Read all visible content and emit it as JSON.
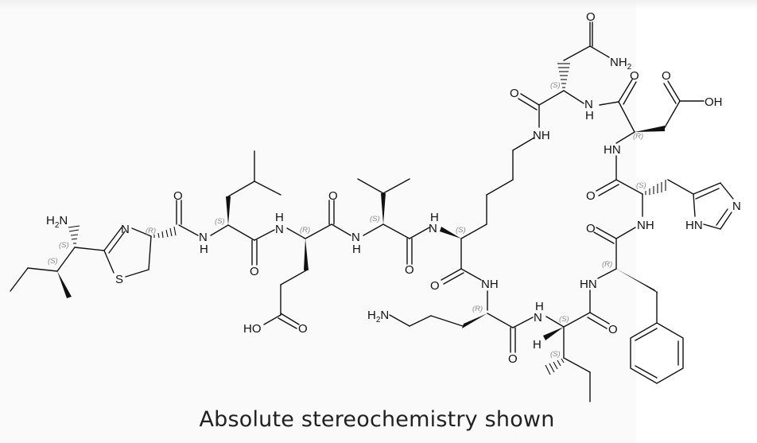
{
  "caption": "Absolute stereochemistry shown",
  "molecule": {
    "description": "Cyclic peptide structure (bacitracin-type) with thiazoline N-terminus",
    "atom_labels": {
      "h2n_terminal": "H2N",
      "thiazoline_n": "N",
      "thiazoline_s": "S",
      "leu_nh": "NH",
      "leu_o": "O",
      "thz_co_o": "O",
      "glu_nh": "NH",
      "glu_co_o": "O",
      "glu_acid_ho": "HO",
      "glu_acid_o": "O",
      "val_nh": "NH",
      "val_o": "O",
      "lys_nh": "NH",
      "lys_co_o": "O",
      "lys_side_nh": "NH",
      "orn_nh": "NH",
      "orn_h2n": "H2N",
      "orn_co_o": "O",
      "ile2_nh": "NH",
      "ile2_h": "H",
      "ile2_co_o": "O",
      "phe_hn": "HN",
      "phe_co_o": "O",
      "his_nh": "NH",
      "his_co_o": "O",
      "his_ring_n": "N",
      "his_ring_hn": "HN",
      "asp_hn": "HN",
      "asp_co_o": "O",
      "asp_acid_o": "O",
      "asp_acid_oh": "OH",
      "asn_nh": "NH",
      "asn_amide_o": "O",
      "asn_amide_nh2": "NH2",
      "asn_co_o": "O"
    },
    "stereo_descriptors": [
      {
        "center": "ile1-alpha",
        "label": "(S)"
      },
      {
        "center": "ile1-beta",
        "label": "(S)"
      },
      {
        "center": "thiazoline-C4",
        "label": "(R)"
      },
      {
        "center": "leu-alpha",
        "label": "(S)"
      },
      {
        "center": "glu-alpha",
        "label": "(R)"
      },
      {
        "center": "val-alpha",
        "label": "(S)"
      },
      {
        "center": "lys-alpha",
        "label": "(S)"
      },
      {
        "center": "orn-alpha",
        "label": "(R)"
      },
      {
        "center": "ile2-alpha",
        "label": "(S)"
      },
      {
        "center": "ile2-beta",
        "label": "(S)"
      },
      {
        "center": "phe-alpha",
        "label": "(R)"
      },
      {
        "center": "his-alpha",
        "label": "(S)"
      },
      {
        "center": "asp-alpha",
        "label": "(R)"
      },
      {
        "center": "asn-alpha",
        "label": "(S)"
      }
    ]
  }
}
